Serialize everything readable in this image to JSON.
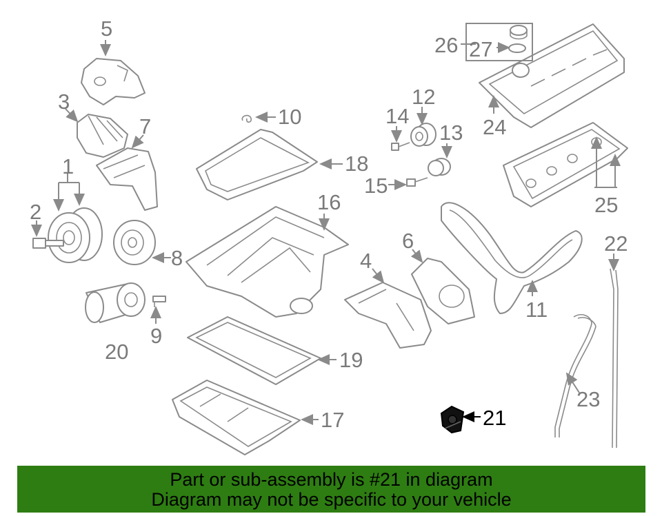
{
  "callouts": [
    {
      "id": "1",
      "label": "1"
    },
    {
      "id": "2",
      "label": "2"
    },
    {
      "id": "3",
      "label": "3"
    },
    {
      "id": "4",
      "label": "4"
    },
    {
      "id": "5",
      "label": "5"
    },
    {
      "id": "6",
      "label": "6"
    },
    {
      "id": "7",
      "label": "7"
    },
    {
      "id": "8",
      "label": "8"
    },
    {
      "id": "9",
      "label": "9"
    },
    {
      "id": "10",
      "label": "10"
    },
    {
      "id": "11",
      "label": "11"
    },
    {
      "id": "12",
      "label": "12"
    },
    {
      "id": "13",
      "label": "13"
    },
    {
      "id": "14",
      "label": "14"
    },
    {
      "id": "15",
      "label": "15"
    },
    {
      "id": "16",
      "label": "16"
    },
    {
      "id": "17",
      "label": "17"
    },
    {
      "id": "18",
      "label": "18"
    },
    {
      "id": "19",
      "label": "19"
    },
    {
      "id": "20",
      "label": "20"
    },
    {
      "id": "21",
      "label": "21"
    },
    {
      "id": "22",
      "label": "22"
    },
    {
      "id": "23",
      "label": "23"
    },
    {
      "id": "24",
      "label": "24"
    },
    {
      "id": "25",
      "label": "25"
    },
    {
      "id": "26",
      "label": "26"
    },
    {
      "id": "27",
      "label": "27"
    }
  ],
  "highlighted_part": "21",
  "banner": {
    "line1": "Part or sub-assembly is #21 in diagram",
    "line2": "Diagram may not be specific to your vehicle"
  },
  "colors": {
    "banner_background": "#2e7d12",
    "part_line": "#8a8a8a",
    "highlight": "#000000"
  }
}
